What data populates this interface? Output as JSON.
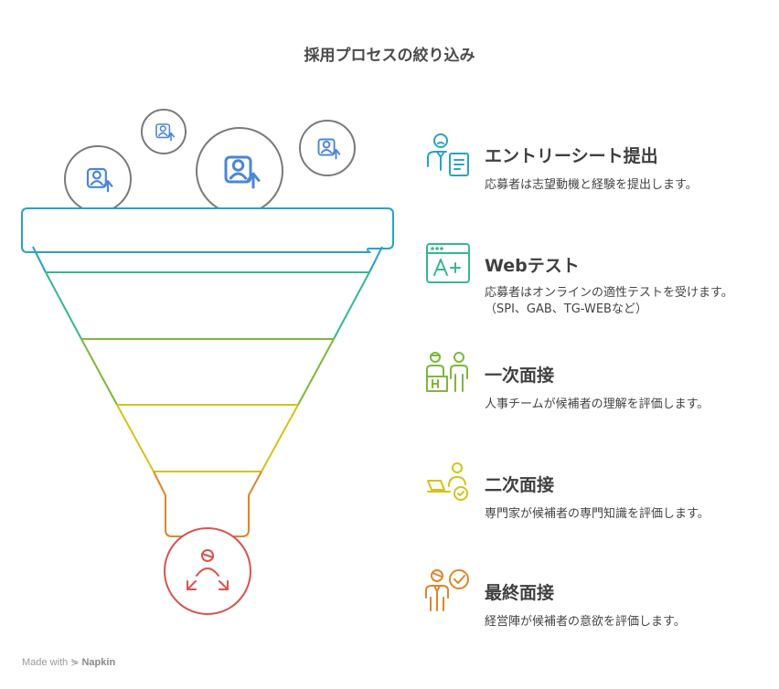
{
  "title": "採用プロセスの絞り込み",
  "steps": [
    {
      "heading": "エントリーシート提出",
      "desc": "応募者は志望動機と経験を提出します。",
      "color": "#2aa3c4",
      "icon": "applicant-document-icon"
    },
    {
      "heading": "Webテスト",
      "desc": "応募者はオンラインの適性テストを受けます。（SPI、GAB、TG-WEBなど）",
      "color": "#35b98a",
      "icon": "web-test-grade-icon"
    },
    {
      "heading": "一次面接",
      "desc": "人事チームが候補者の理解を評価します。",
      "color": "#7cb83a",
      "icon": "interview-team-icon"
    },
    {
      "heading": "二次面接",
      "desc": "専門家が候補者の専門知識を評価します。",
      "color": "#d4c21a",
      "icon": "expert-laptop-icon"
    },
    {
      "heading": "最終面接",
      "desc": "経営陣が候補者の意欲を評価します。",
      "color": "#e0862a",
      "icon": "executive-approval-icon"
    }
  ],
  "funnel_colors": [
    "#2aa3c4",
    "#35b98a",
    "#7cb83a",
    "#d4c21a",
    "#e0862a"
  ],
  "output_color": "#d9534f",
  "footer": {
    "made_with": "Made with",
    "brand": "Napkin"
  }
}
